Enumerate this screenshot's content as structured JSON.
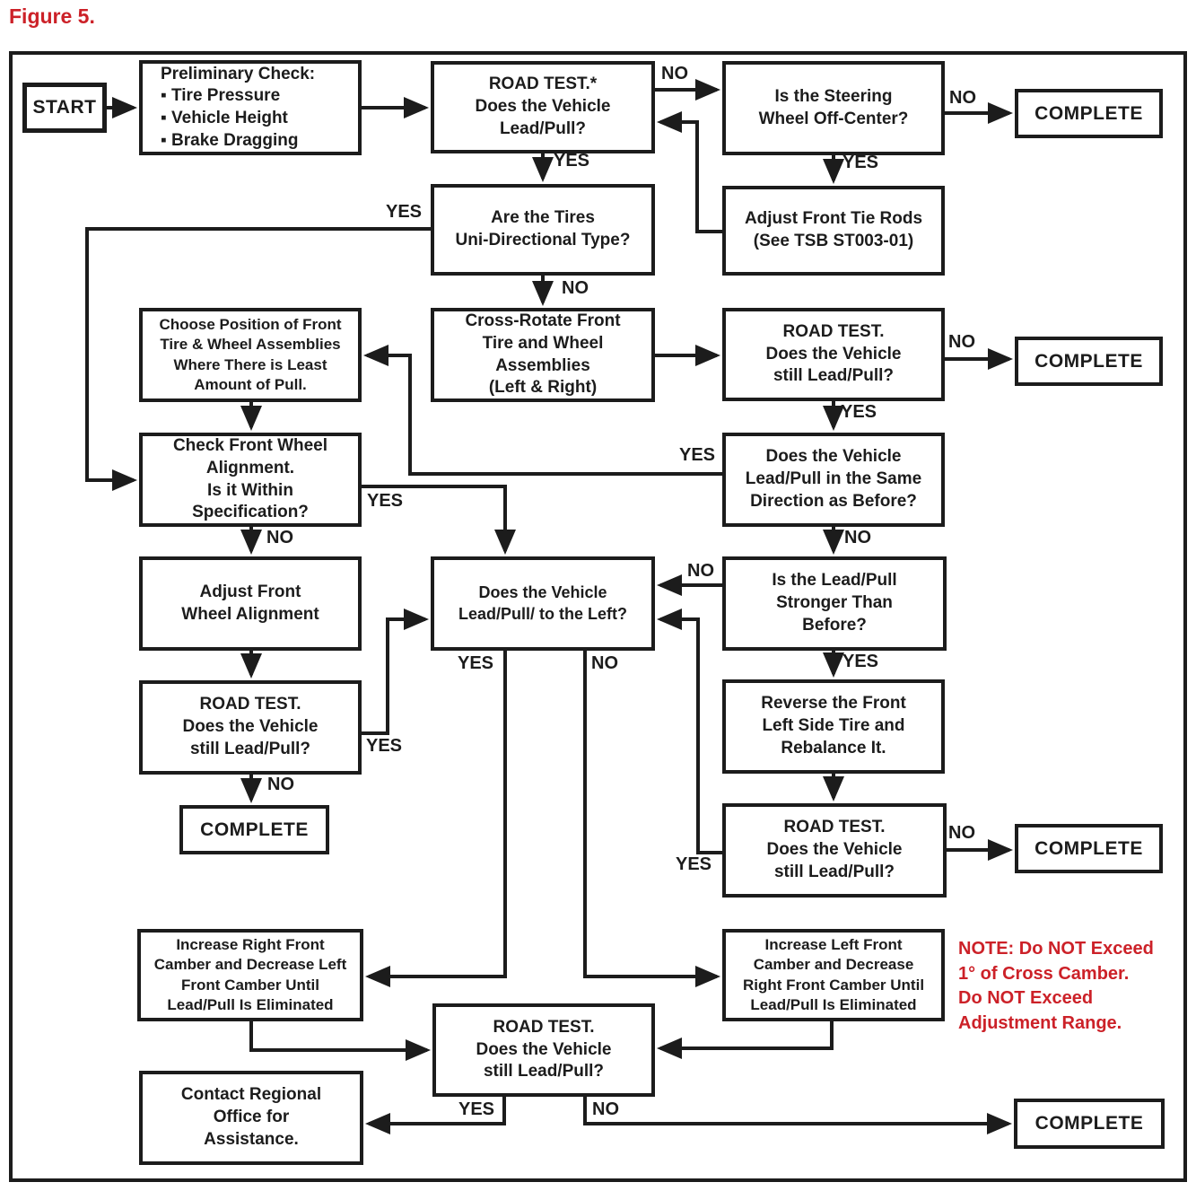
{
  "figure_label": "Figure 5.",
  "colors": {
    "accent_red": "#cc2128",
    "line_black": "#1c1c1c",
    "background": "#ffffff"
  },
  "nodes": {
    "start": "START",
    "prelim": "Preliminary Check:\n▪ Tire Pressure\n▪ Vehicle Height\n▪ Brake Dragging",
    "rt_top": "ROAD TEST.*\nDoes the Vehicle\nLead/Pull?",
    "steering": "Is the Steering\nWheel Off-Center?",
    "complete_1": "COMPLETE",
    "tires": "Are the Tires\nUni-Directional Type?",
    "tierods": "Adjust Front Tie Rods\n(See TSB ST003-01)",
    "choose": "Choose Position of Front\nTire & Wheel Assemblies\nWhere There is Least\nAmount of Pull.",
    "crossrotate": "Cross-Rotate Front\nTire and Wheel\nAssemblies\n(Left & Right)",
    "rt_right": "ROAD TEST.\nDoes the Vehicle\nstill Lead/Pull?",
    "complete_2": "COMPLETE",
    "check": "Check Front Wheel\nAlignment.\nIs it Within\nSpecification?",
    "samedir": "Does the Vehicle\nLead/Pull in the Same\nDirection as Before?",
    "adjust_align": "Adjust Front\nWheel Alignment",
    "central": "Does the Vehicle\nLead/Pull/ to the Left?",
    "stronger": "Is the Lead/Pull\nStronger Than\nBefore?",
    "rt_left": "ROAD TEST.\nDoes the Vehicle\nstill Lead/Pull?",
    "reverse": "Reverse the Front\nLeft Side Tire and\nRebalance It.",
    "complete_left": "COMPLETE",
    "rt_bottom_right": "ROAD TEST.\nDoes the Vehicle\nstill Lead/Pull?",
    "complete_3": "COMPLETE",
    "increase_right": "Increase Right Front\nCamber and Decrease Left\nFront Camber Until\nLead/Pull Is Eliminated",
    "increase_left": "Increase Left Front\nCamber and Decrease\nRight Front Camber Until\nLead/Pull Is Eliminated",
    "note": "NOTE: Do NOT Exceed\n1° of Cross Camber.\nDo NOT Exceed\nAdjustment Range.",
    "rt_bottom": "ROAD TEST.\nDoes the Vehicle\nstill Lead/Pull?",
    "contact": "Contact Regional\nOffice for\nAssistance.",
    "complete_4": "COMPLETE"
  },
  "edge_labels": {
    "rt_top_no": "NO",
    "rt_top_yes": "YES",
    "steering_no": "NO",
    "steering_yes": "YES",
    "tires_yes": "YES",
    "tires_no": "NO",
    "rt_right_no": "NO",
    "rt_right_yes": "YES",
    "samedir_yes": "YES",
    "samedir_no": "NO",
    "check_yes": "YES",
    "check_no": "NO",
    "stronger_no": "NO",
    "stronger_yes": "YES",
    "rt_left_yes": "YES",
    "rt_left_no": "NO",
    "rt_br_yes": "YES",
    "rt_br_no": "NO",
    "central_yes": "YES",
    "central_no": "NO",
    "rt_bottom_yes": "YES",
    "rt_bottom_no": "NO"
  }
}
